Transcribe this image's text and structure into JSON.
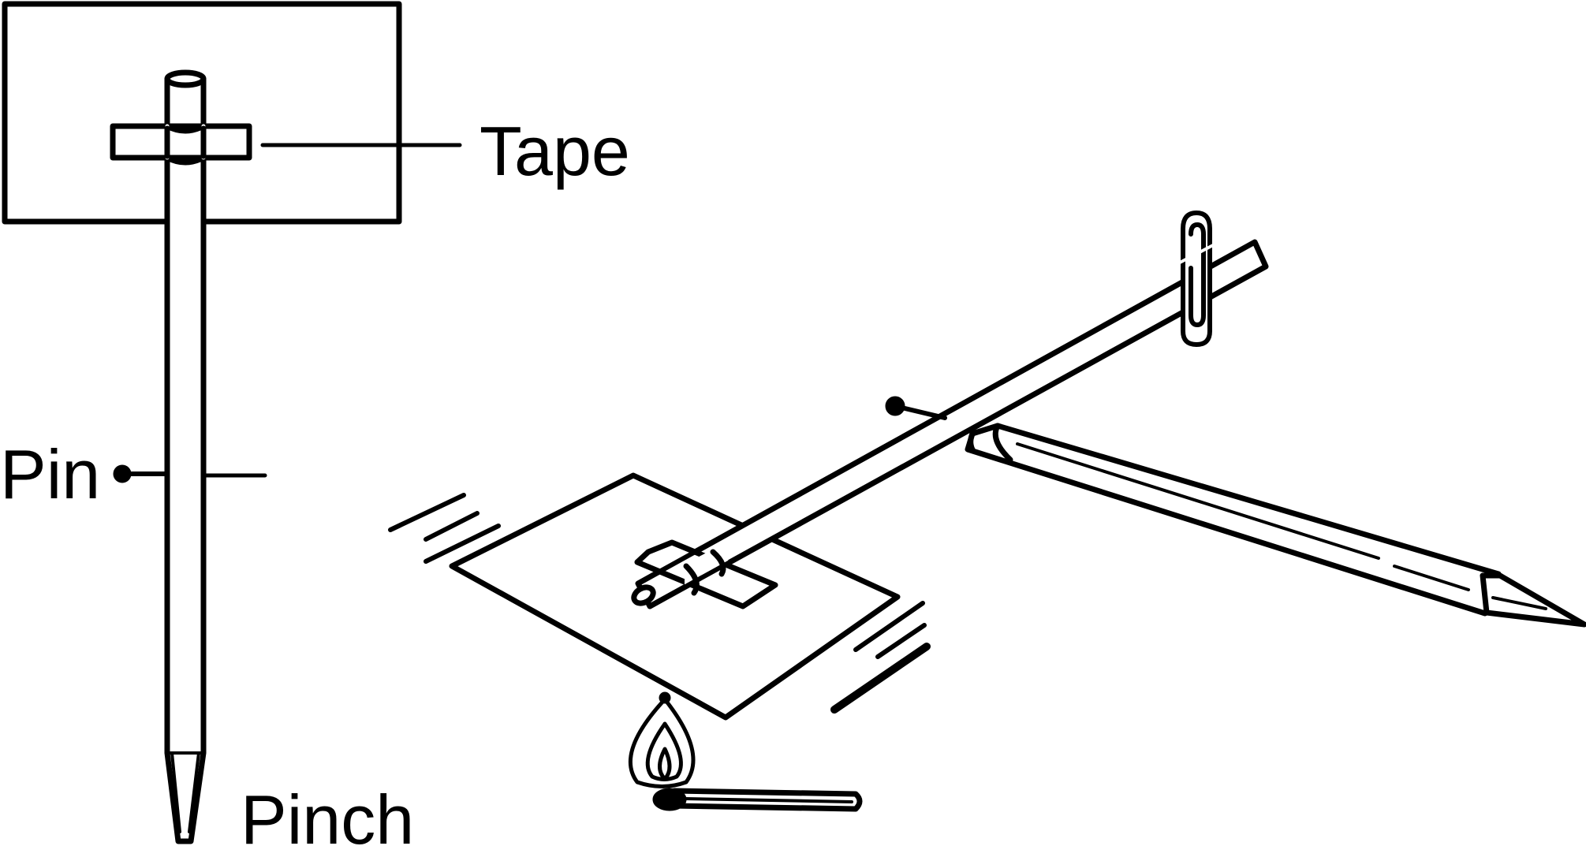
{
  "labels": {
    "tape": "Tape",
    "pin": "Pin",
    "pinch": "Pinch"
  },
  "colors": {
    "ink": "#000000",
    "paper": "#ffffff"
  },
  "parts": {
    "left_view": [
      "card",
      "straw",
      "tape-strip",
      "pin"
    ],
    "right_view": [
      "card",
      "straw",
      "tape-strip",
      "pin",
      "paper-clip",
      "pencil",
      "match-flame",
      "match-stick"
    ]
  }
}
